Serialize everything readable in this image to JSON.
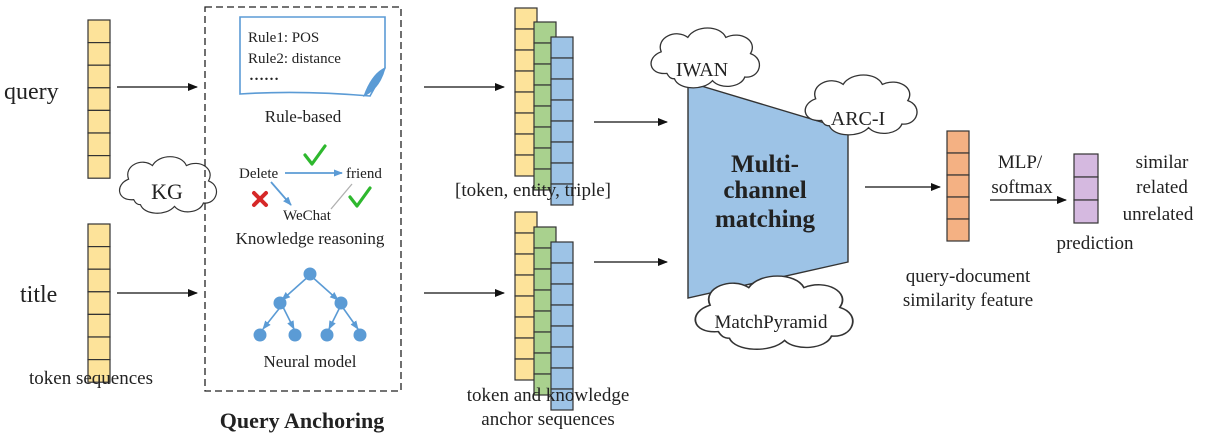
{
  "inputs": {
    "query_label": "query",
    "title_label": "title",
    "token_sequences_caption": "token sequences"
  },
  "anchoring": {
    "title": "Query Anchoring",
    "kg_label": "KG",
    "rule_line1": "Rule1: POS",
    "rule_line2": "Rule2: distance",
    "rule_line3": "……",
    "rule_caption": "Rule-based",
    "reasoning_delete": "Delete",
    "reasoning_friend": "friend",
    "reasoning_wechat": "WeChat",
    "reasoning_caption": "Knowledge reasoning",
    "neural_caption": "Neural model"
  },
  "sequences": {
    "top_caption": "[token, entity, triple]",
    "bottom_caption_line1": "token and knowledge",
    "bottom_caption_line2": "anchor sequences"
  },
  "matching": {
    "title_line1": "Multi-",
    "title_line2": "channel",
    "title_line3": "matching",
    "models": [
      "IWAN",
      "ARC-I",
      "MatchPyramid"
    ]
  },
  "output": {
    "feature_caption_line1": "query-document",
    "feature_caption_line2": "similarity feature",
    "mlp_line1": "MLP/",
    "mlp_line2": "softmax",
    "classes": [
      "similar",
      "related",
      "unrelated"
    ],
    "prediction_label": "prediction"
  },
  "colors": {
    "token_yellow": "#fde39a",
    "entity_green": "#a9d18e",
    "triple_blue": "#9dc3e6",
    "matching_fill": "#9dc3e6",
    "feature_orange": "#f4b183",
    "prediction_purple": "#d5b9e0",
    "check_green": "#2eb82e",
    "cross_red": "#d62828",
    "node_blue": "#5b9bd5"
  },
  "icons": [
    "document-icon",
    "checkmark-icon",
    "cross-icon",
    "cloud-icon",
    "neural-network-icon"
  ]
}
